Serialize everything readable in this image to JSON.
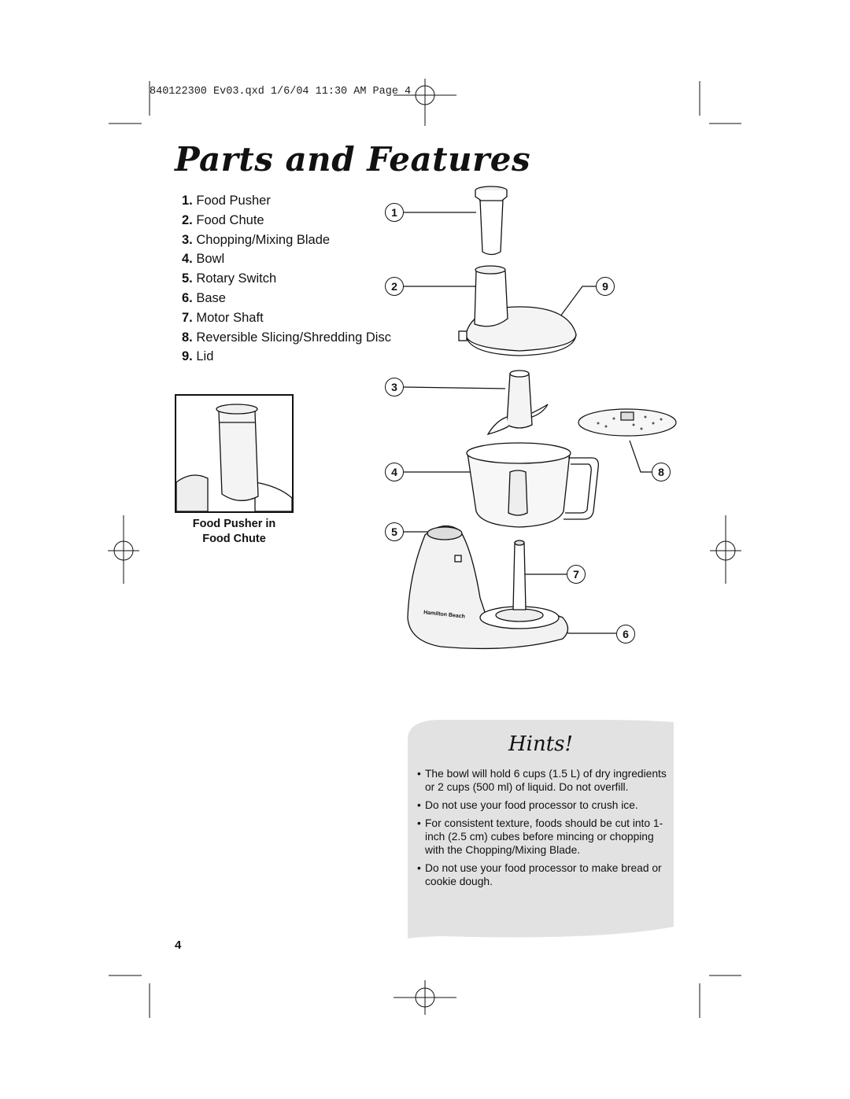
{
  "slug_line": "840122300 Ev03.qxd 1/6/04 11:30 AM Page 4",
  "title": "Parts and Features",
  "parts": [
    {
      "num": "1.",
      "label": "Food Pusher"
    },
    {
      "num": "2.",
      "label": "Food Chute"
    },
    {
      "num": "3.",
      "label": "Chopping/Mixing Blade"
    },
    {
      "num": "4.",
      "label": "Bowl"
    },
    {
      "num": "5.",
      "label": "Rotary Switch"
    },
    {
      "num": "6.",
      "label": "Base"
    },
    {
      "num": "7.",
      "label": "Motor Shaft"
    },
    {
      "num": "8.",
      "label": "Reversible Slicing/Shredding Disc"
    },
    {
      "num": "9.",
      "label": "Lid"
    }
  ],
  "inset_caption": {
    "line1": "Food Pusher in",
    "line2": "Food Chute"
  },
  "callouts": [
    "1",
    "2",
    "3",
    "4",
    "5",
    "6",
    "7",
    "8",
    "9"
  ],
  "base_logo": "Hamilton Beach",
  "hints": {
    "title": "Hints!",
    "items": [
      "The bowl will hold 6 cups (1.5 L) of dry ingredients or 2 cups (500 ml) of liquid. Do not overfill.",
      "Do not use your food processor to crush ice.",
      "For consistent texture, foods should be cut into 1-inch (2.5 cm) cubes before mincing or chopping with the Chopping/Mixing Blade.",
      "Do not use your food processor to make bread or cookie dough."
    ]
  },
  "page_number": "4",
  "colors": {
    "hints_panel": "#e2e2e2",
    "ink": "#111111"
  }
}
